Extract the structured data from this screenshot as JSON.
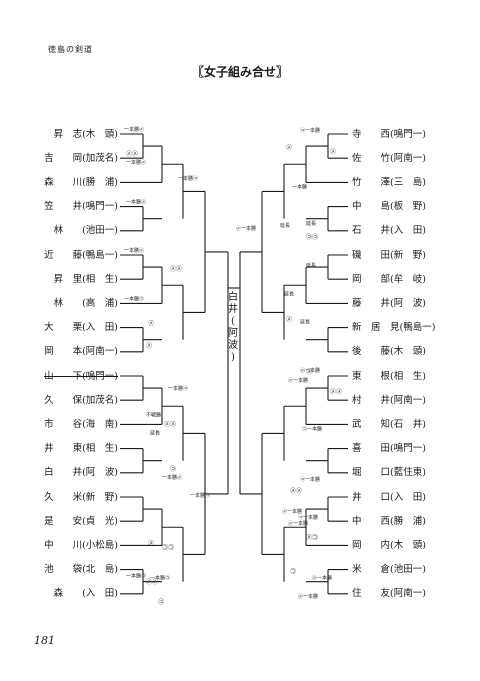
{
  "header": {
    "running_head": "徳島の剣道",
    "title": "〖女子組み合せ〗",
    "page_number": "181"
  },
  "champion": [
    "白",
    "井",
    "(",
    "阿",
    "波",
    ")"
  ],
  "left_players": [
    "昇　志(木　頭)",
    "吉　　岡(加茂名)",
    "森　　川(勝　浦)",
    "笠　　井(鳴門一)",
    "林　　(池田一)",
    "近　　藤(鴨島一)",
    "昇　里(相　生)",
    "林　　(高　浦)",
    "大　　栗(入　田)",
    "岡　　本(阿南一)",
    "山　　下(鳴門一)",
    "久　　保(加茂名)",
    "市　　谷(海　南)",
    "井　　東(相　生)",
    "白　　井(阿　波)",
    "久　　米(新　野)",
    "是　　安(貞　光)",
    "中　　川(小松島)",
    "池　　袋(北　島)",
    "森　　(入　田)"
  ],
  "right_players": [
    "寺　　西(鳴門一)",
    "佐　　竹(阿南一)",
    "竹　　澤(三　島)",
    "中　　島(板　野)",
    "石　　井(入　田)",
    "磯　　田(新　野)",
    "岡　　部(牟　岐)",
    "藤　　井(阿　波)",
    "新　居　見(鴨島一)",
    "後　　藤(木　頭)",
    "東　　根(相　生)",
    "村　　井(阿南一)",
    "武　　知(石　井)",
    "喜　　田(鳴門一)",
    "堀　　口(藍住東)",
    "井　　口(入　田)",
    "中　　西(勝　浦)",
    "岡　　内(木　頭)",
    "米　　倉(池田一)",
    "住　　友(阿南一)"
  ],
  "annotations": [
    {
      "text": "一本勝㋱",
      "side": "L",
      "pos": 1
    },
    {
      "text": "一本勝㋱",
      "side": "L",
      "pos": 2
    },
    {
      "text": "一本勝㋙",
      "side": "L",
      "pos": 3
    },
    {
      "text": "一本勝㋱",
      "side": "L",
      "pos": 4
    },
    {
      "text": "一本勝㋱",
      "side": "L",
      "pos": 5
    },
    {
      "text": "一本勝㋙",
      "side": "L",
      "pos": 6
    },
    {
      "text": "一本勝㋙",
      "side": "L",
      "pos": 7
    },
    {
      "text": "不戦勝",
      "side": "L",
      "pos": 8
    },
    {
      "text": "延長",
      "side": "L",
      "pos": 9
    },
    {
      "text": "一本勝㋙",
      "side": "L",
      "pos": 10
    },
    {
      "text": "一本勝㋱",
      "side": "L",
      "pos": 11
    },
    {
      "text": "一本勝㋙",
      "side": "L",
      "pos": 12
    },
    {
      "text": "一本勝㋙",
      "side": "L",
      "pos": 13
    },
    {
      "text": "㋙一本勝",
      "side": "R",
      "pos": 1
    },
    {
      "text": "一本勝",
      "side": "R",
      "pos": 2
    },
    {
      "text": "延長",
      "side": "R",
      "pos": 3
    },
    {
      "text": "延長",
      "side": "R",
      "pos": 4
    },
    {
      "text": "延長",
      "side": "R",
      "pos": 5
    },
    {
      "text": "延長",
      "side": "R",
      "pos": 6
    },
    {
      "text": "延長",
      "side": "R",
      "pos": 7
    },
    {
      "text": "㋱一本勝",
      "side": "R",
      "pos": 8
    },
    {
      "text": "㋱一本勝",
      "side": "R",
      "pos": 9
    },
    {
      "text": "㋙一本勝",
      "side": "R",
      "pos": 10
    },
    {
      "text": "㋙一本勝",
      "side": "R",
      "pos": 11
    },
    {
      "text": "㋙一本勝",
      "side": "R",
      "pos": 12
    },
    {
      "text": "㋱一本勝",
      "side": "R",
      "pos": 13
    },
    {
      "text": "㋱一本勝",
      "side": "R",
      "pos": 14
    },
    {
      "text": "㋱一本勝",
      "side": "R",
      "pos": 15
    },
    {
      "text": "㋱一本勝",
      "side": "R",
      "pos": 16
    },
    {
      "text": "㋱一本勝",
      "side": "R",
      "pos": 17
    }
  ],
  "marks": [
    "㋱㋱",
    "㋱㋱",
    "㋱",
    "㋱",
    "㋱㋱",
    "㋙",
    "㋙㋙",
    "㋱",
    "㋱㋱",
    "㋙",
    "㋱",
    "㋱",
    "㋙㋙",
    "㋱",
    "㋱",
    "㋱㋱",
    "㋱㋱",
    "㋱㋙",
    "㋙"
  ]
}
